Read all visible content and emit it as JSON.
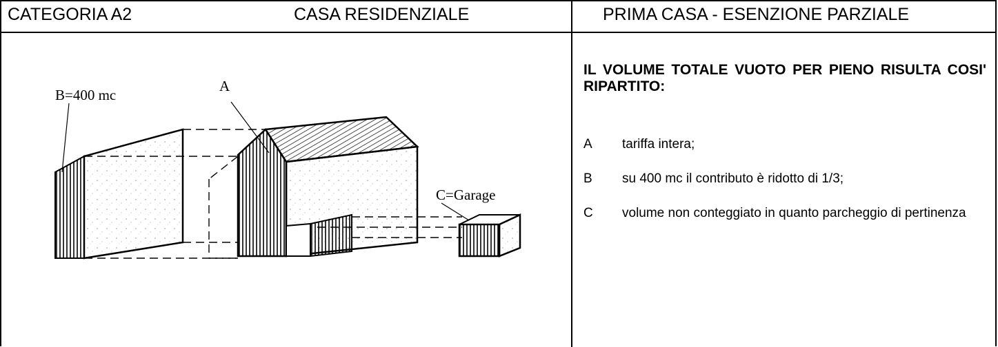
{
  "header": {
    "category": "CATEGORIA A2",
    "building_type": "CASA RESIDENZIALE",
    "exemption": "PRIMA CASA - ESENZIONE PARZIALE"
  },
  "drawing": {
    "label_b": "B=400 mc",
    "label_a": "A",
    "label_c": "C=Garage"
  },
  "description": {
    "heading": "IL VOLUME TOTALE VUOTO PER PIENO RISULTA COSI' RIPARTITO:",
    "items": [
      {
        "letter": "A",
        "text": "tariffa intera;"
      },
      {
        "letter": "B",
        "text": "su 400 mc il contributo è ridotto di 1/3;"
      },
      {
        "letter": "C",
        "text": "volume non conteggiato in quanto parcheggio di pertinenza"
      }
    ]
  }
}
